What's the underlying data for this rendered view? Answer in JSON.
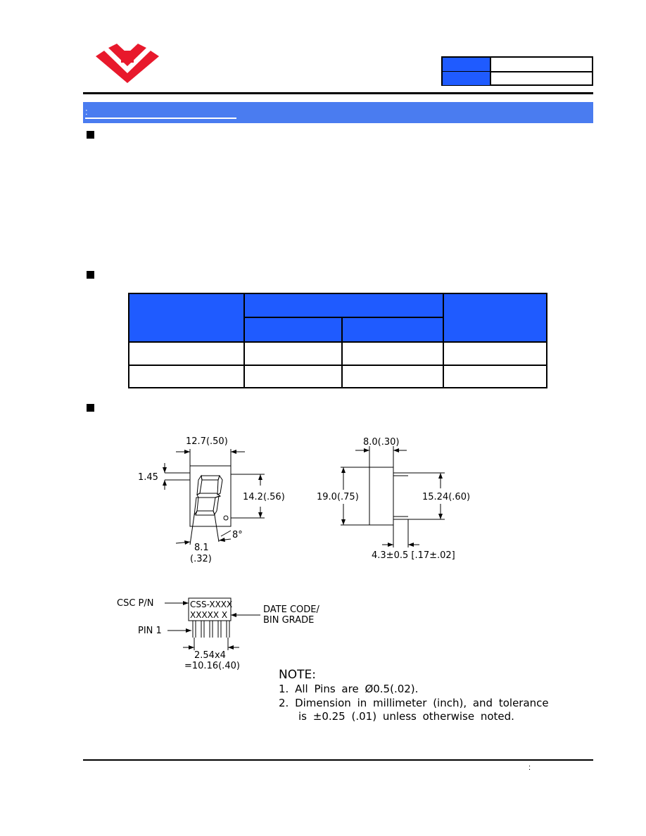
{
  "header": {
    "logo_icon": "company-logo-icon",
    "brand_color": "#e8192c",
    "info_rows": [
      {
        "key": "",
        "value": ""
      },
      {
        "key": "",
        "value": ""
      }
    ],
    "accent_color": "#1f5bff"
  },
  "title_bar": {
    "text": ":"
  },
  "sections": [
    {
      "label": ""
    },
    {
      "label": ""
    },
    {
      "label": ""
    }
  ],
  "table": {
    "header": {
      "col1": "",
      "group": "",
      "sub1": "",
      "sub2": "",
      "col4": ""
    },
    "rows": [
      [
        "",
        "",
        "",
        ""
      ],
      [
        "",
        "",
        "",
        ""
      ]
    ]
  },
  "drawing": {
    "front_view": {
      "width_dim": "12.7(.50)",
      "top_offset_dim": "1.45",
      "height_dim": "14.2(.56)",
      "slant_dim": "8°",
      "digit_width_dim": "8.1",
      "digit_width_inch": "(.32)"
    },
    "side_view": {
      "depth_dim": "8.0(.30)",
      "height_dim": "19.0(.75)",
      "pin_spacing_dim": "15.24(.60)",
      "pin_length_dim": "4.3±0.5 [.17±.02]"
    },
    "bottom_view": {
      "part_label": "CSC P/N",
      "part_marking": "CSS-XXXX",
      "code_marking": "XXXXX  X",
      "date_code_line1": "DATE CODE/",
      "date_code_line2": "BIN GRADE",
      "pin_label": "PIN 1",
      "pitch_line1": "2.54x4",
      "pitch_line2": "=10.16(.40)"
    },
    "notes": {
      "heading": "NOTE:",
      "items": [
        "1. All Pins are Ø0.5(.02).",
        "2. Dimension in millimeter (inch), and tolerance",
        "is ±0.25 (.01) unless otherwise noted."
      ]
    }
  },
  "footer": {
    "text": ":"
  }
}
